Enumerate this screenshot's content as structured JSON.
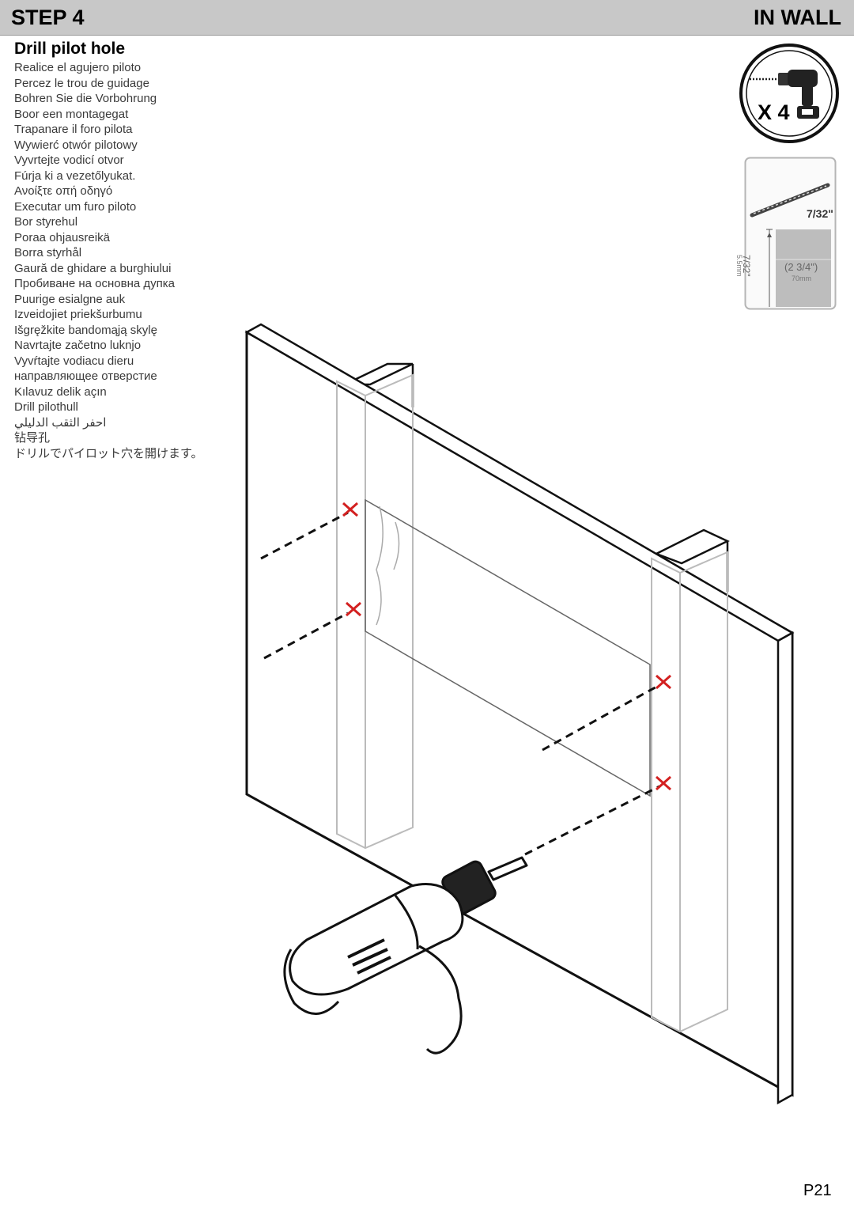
{
  "header": {
    "step": "STEP 4",
    "location": "IN WALL"
  },
  "title": "Drill pilot hole",
  "translations": [
    "Realice el agujero piloto",
    "Percez le trou de guidage",
    "Bohren Sie die Vorbohrung",
    "Boor een montagegat",
    "Trapanare il foro pilota",
    "Wywierć otwór pilotowy",
    "Vyvrtejte vodicí otvor",
    "Fúrja ki a vezetőlyukat.",
    "Ανοίξτε οπή οδηγό",
    "Executar um furo piloto",
    "Bor styrehul",
    "Poraa ohjausreikä",
    "Borra styrhål",
    "Gaură de ghidare a burghiului",
    "Пробиване на основна дупка",
    "Puurige esialgne auk",
    "Izveidojiet priekšurbumu",
    "Išgręžkite bandomąją skylę",
    "Navrtajte začetno luknjo",
    "Vyvŕtajte vodiacu dieru",
    "направляющее отверстие",
    "Kılavuz delik açın",
    "Drill pilothull",
    "احفر الثقب الدليلي",
    "钻导孔",
    "ドリルでパイロット穴を開けます。"
  ],
  "tool_badge": {
    "icon": "drill-icon",
    "quantity": "X 4"
  },
  "bit_spec": {
    "bit_size": "7/32\"",
    "side_dimension": "7/32\"",
    "side_dimension_mm": "5.5mm",
    "depth": "(2 3/4\")",
    "depth_mm": "70mm"
  },
  "page_number": "P21"
}
